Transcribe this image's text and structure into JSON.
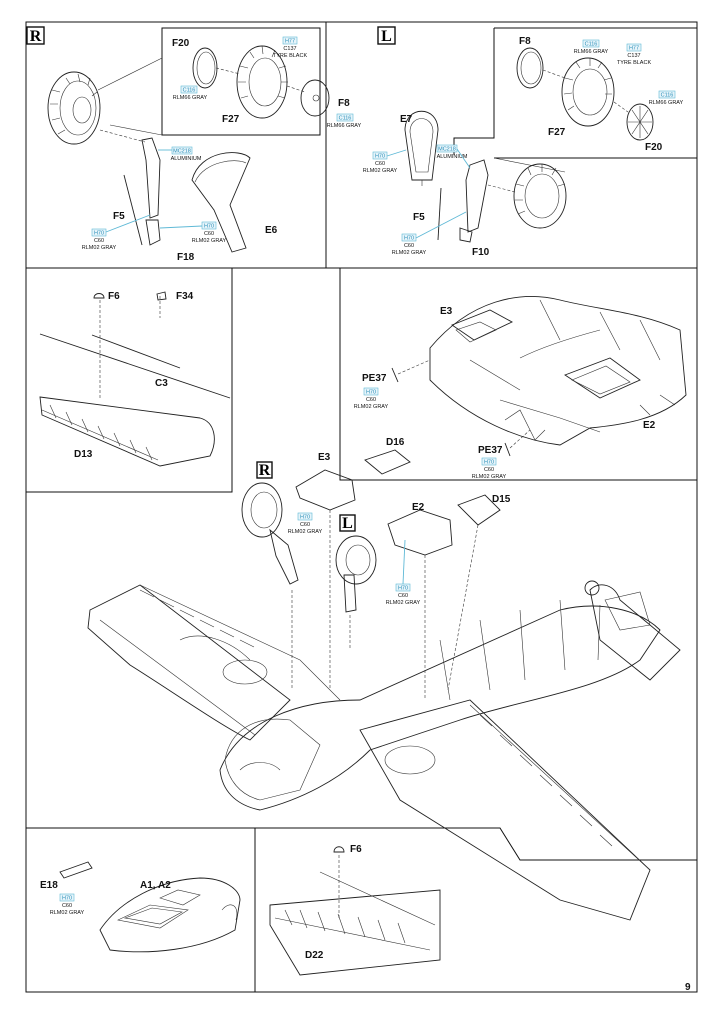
{
  "page": {
    "number": "9"
  },
  "panels": {
    "right_gear": {
      "badge": "R",
      "parts": {
        "f20": "F20",
        "f27": "F27",
        "f8": "F8",
        "f5": "F5",
        "f18": "F18",
        "e6": "E6"
      },
      "colors": [
        {
          "code": "H77",
          "ref": "C137",
          "name": "TYRE BLACK"
        },
        {
          "code": "C116",
          "ref": "",
          "name": "RLM66 GRAY"
        },
        {
          "code": "C116",
          "ref": "",
          "name": "RLM66 GRAY"
        },
        {
          "code": "MC218",
          "ref": "",
          "name": "ALUMINIUM"
        },
        {
          "code": "H70",
          "ref": "C60",
          "name": "RLM02 GRAY"
        },
        {
          "code": "H70",
          "ref": "C60",
          "name": "RLM02 GRAY"
        }
      ]
    },
    "left_gear": {
      "badge": "L",
      "parts": {
        "f8": "F8",
        "e7": "E7",
        "f27": "F27",
        "f20": "F20",
        "f5": "F5",
        "f10": "F10"
      },
      "colors": [
        {
          "code": "C116",
          "ref": "",
          "name": "RLM66 GRAY"
        },
        {
          "code": "H77",
          "ref": "C137",
          "name": "TYRE BLACK"
        },
        {
          "code": "C116",
          "ref": "",
          "name": "RLM66 GRAY"
        },
        {
          "code": "H70",
          "ref": "C60",
          "name": "RLM02 GRAY"
        },
        {
          "code": "MC218",
          "ref": "",
          "name": "ALUMINIUM"
        },
        {
          "code": "H70",
          "ref": "C60",
          "name": "RLM02 GRAY"
        }
      ]
    },
    "aileron": {
      "parts": {
        "f6": "F6",
        "f34": "F34",
        "c3": "C3",
        "d13": "D13"
      }
    },
    "wing_underside": {
      "parts": {
        "e3": "E3",
        "pe37a": "PE37",
        "pe37b": "PE37",
        "e2": "E2"
      },
      "colors": [
        {
          "code": "H70",
          "ref": "C60",
          "name": "RLM02 GRAY"
        },
        {
          "code": "H70",
          "ref": "C60",
          "name": "RLM02 GRAY"
        }
      ]
    },
    "main_assembly": {
      "badge_r": "R",
      "badge_l": "L",
      "parts": {
        "e3": "E3",
        "d16": "D16",
        "e2": "E2",
        "d15": "D15"
      },
      "colors": [
        {
          "code": "H70",
          "ref": "C60",
          "name": "RLM02 GRAY"
        },
        {
          "code": "H70",
          "ref": "C60",
          "name": "RLM02 GRAY"
        }
      ]
    },
    "nose": {
      "parts": {
        "e18": "E18",
        "a1a2": "A1, A2"
      },
      "colors": [
        {
          "code": "H70",
          "ref": "C60",
          "name": "RLM02 GRAY"
        }
      ]
    },
    "flap": {
      "parts": {
        "f6": "F6",
        "d22": "D22"
      }
    }
  }
}
